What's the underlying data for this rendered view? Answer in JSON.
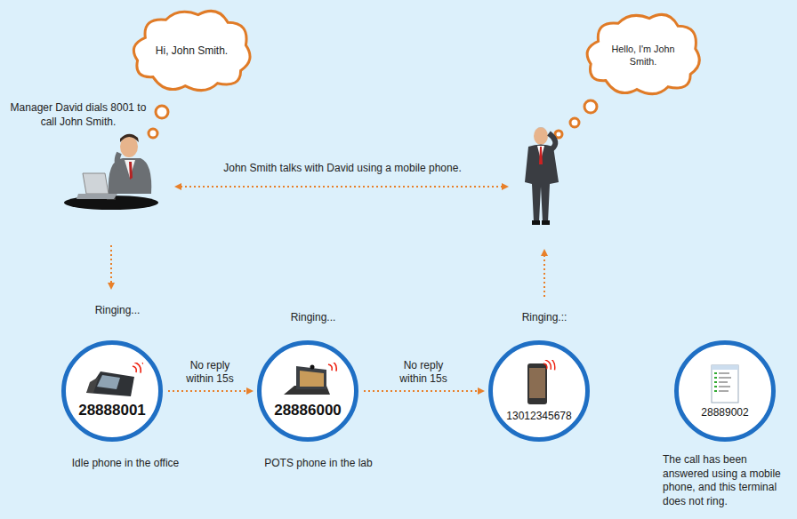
{
  "diagram": {
    "nodes": [
      {
        "text": [
          "Hi, John Smith."
        ]
      },
      {
        "text": [
          "Hello, I'm John Smith."
        ]
      },
      {
        "text": [
          "28888001"
        ]
      },
      {
        "text": [
          "28886000"
        ]
      },
      {
        "text": [
          "13012345678"
        ]
      },
      {
        "text": [
          "28889002"
        ]
      }
    ],
    "edges": [
      {
        "from": 2,
        "to": 3,
        "arrow": "to",
        "label": "No reply within 15s"
      },
      {
        "from": 3,
        "to": 4,
        "arrow": "to",
        "label": "No reply within 15s"
      }
    ],
    "labels": [
      "Manager David dials 8001 to call John Smith.",
      "John Smith talks with David using a mobile phone.",
      "Ringing...",
      "Ringing...",
      "Ringing.::",
      "Idle phone in the office",
      "POTS phone in the lab",
      "The call has been answered using a mobile phone, and this terminal does not ring."
    ]
  }
}
